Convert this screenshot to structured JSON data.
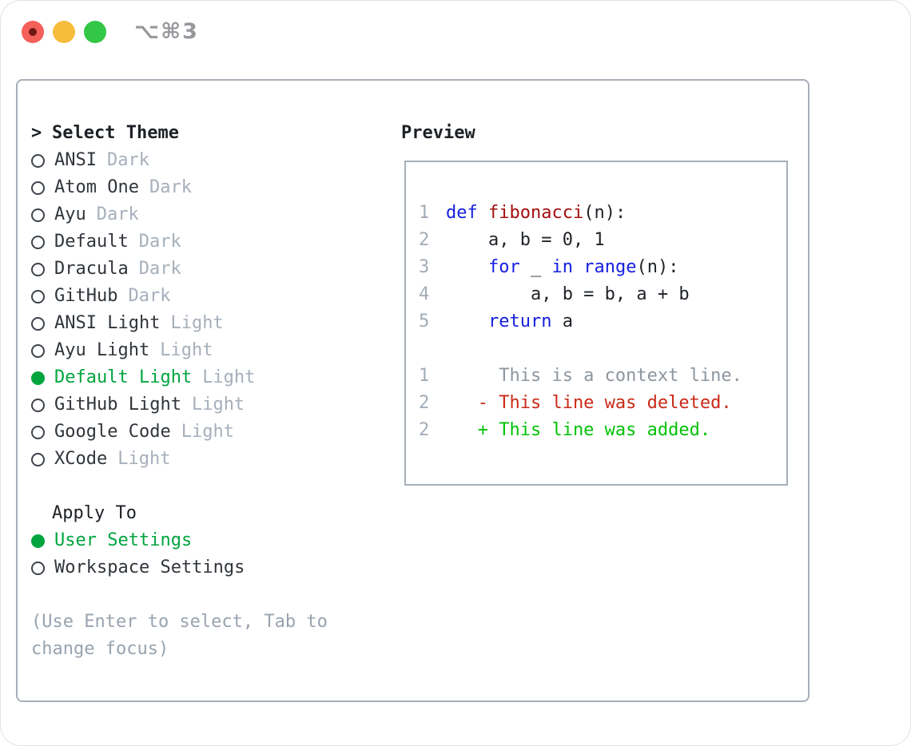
{
  "window": {
    "title": "⌥⌘3",
    "traffic_lights": [
      {
        "name": "close",
        "color": "#f4605a"
      },
      {
        "name": "minimize",
        "color": "#f6bc3c"
      },
      {
        "name": "zoom",
        "color": "#33c748"
      }
    ]
  },
  "theme_select": {
    "header_prefix": ">",
    "header": "Select Theme",
    "items": [
      {
        "name": "ANSI",
        "variant": "Dark",
        "selected": false
      },
      {
        "name": "Atom One",
        "variant": "Dark",
        "selected": false
      },
      {
        "name": "Ayu",
        "variant": "Dark",
        "selected": false
      },
      {
        "name": "Default",
        "variant": "Dark",
        "selected": false
      },
      {
        "name": "Dracula",
        "variant": "Dark",
        "selected": false
      },
      {
        "name": "GitHub",
        "variant": "Dark",
        "selected": false
      },
      {
        "name": "ANSI Light",
        "variant": "Light",
        "selected": false
      },
      {
        "name": "Ayu Light",
        "variant": "Light",
        "selected": false
      },
      {
        "name": "Default Light",
        "variant": "Light",
        "selected": true
      },
      {
        "name": "GitHub Light",
        "variant": "Light",
        "selected": false
      },
      {
        "name": "Google Code",
        "variant": "Light",
        "selected": false
      },
      {
        "name": "XCode",
        "variant": "Light",
        "selected": false
      }
    ]
  },
  "apply_to": {
    "header": "Apply To",
    "options": [
      {
        "label": "User Settings",
        "selected": true
      },
      {
        "label": "Workspace Settings",
        "selected": false
      }
    ]
  },
  "hint": {
    "line1": "(Use Enter to select, Tab to",
    "line2": "change focus)"
  },
  "preview": {
    "header": "Preview",
    "lines": [
      {
        "num": "1",
        "segments": [
          {
            "text": "def ",
            "style": "keyword"
          },
          {
            "text": "fibonacci",
            "style": "function"
          },
          {
            "text": "(n):",
            "style": "plain"
          }
        ]
      },
      {
        "num": "2",
        "segments": [
          {
            "text": "    a, b = 0, 1",
            "style": "plain"
          }
        ]
      },
      {
        "num": "3",
        "segments": [
          {
            "text": "    ",
            "style": "plain"
          },
          {
            "text": "for",
            "style": "keyword"
          },
          {
            "text": " _ ",
            "style": "plain"
          },
          {
            "text": "in",
            "style": "keyword"
          },
          {
            "text": " ",
            "style": "plain"
          },
          {
            "text": "range",
            "style": "keyword"
          },
          {
            "text": "(n):",
            "style": "plain"
          }
        ]
      },
      {
        "num": "4",
        "segments": [
          {
            "text": "        a, b = b, a + b",
            "style": "plain"
          }
        ]
      },
      {
        "num": "5",
        "segments": [
          {
            "text": "    ",
            "style": "plain"
          },
          {
            "text": "return",
            "style": "keyword"
          },
          {
            "text": " a",
            "style": "plain"
          }
        ]
      },
      {
        "num": "",
        "segments": []
      },
      {
        "num": "1",
        "segments": [
          {
            "text": "     This is a context line.",
            "style": "context"
          }
        ]
      },
      {
        "num": "2",
        "segments": [
          {
            "text": "   - This line was deleted.",
            "style": "deleted"
          }
        ]
      },
      {
        "num": "2",
        "segments": [
          {
            "text": "   + This line was added.",
            "style": "added"
          }
        ]
      }
    ]
  },
  "colors": {
    "selection_green": "#00a53f",
    "keyword_blue": "#1420dd",
    "function_red": "#a40f0f",
    "diff_deleted_red": "#c92a17",
    "diff_added_green": "#00c206",
    "context_gray": "#8d969f",
    "line_number_gray": "#a2acb8",
    "variant_gray": "#a6afbb",
    "hint_gray": "#98a3b0",
    "border_gray": "#a7afb9",
    "title_gray": "#97979c",
    "traffic_red": "#f4605a",
    "traffic_yellow": "#f6bc3c",
    "traffic_green": "#33c748"
  }
}
